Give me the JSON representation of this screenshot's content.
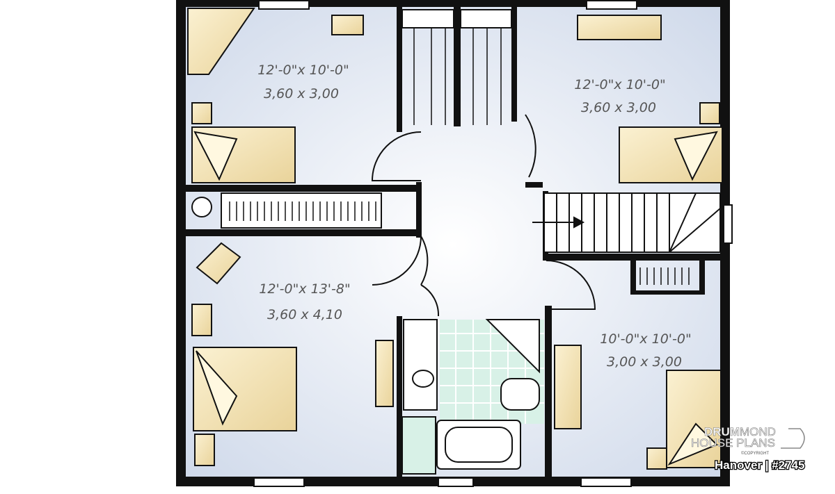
{
  "plan": {
    "rooms": [
      {
        "name": "bedroom-top-left",
        "imperial": "12'-0\"x 10'-0\"",
        "metric": "3,60 x 3,00"
      },
      {
        "name": "bedroom-top-right",
        "imperial": "12'-0\"x 10'-0\"",
        "metric": "3,60 x 3,00"
      },
      {
        "name": "bedroom-bottom-left",
        "imperial": "12'-0\"x 13'-8\"",
        "metric": "3,60 x 4,10"
      },
      {
        "name": "bedroom-bottom-right",
        "imperial": "10'-0\"x 10'-0\"",
        "metric": "3,00 x 3,00"
      }
    ]
  },
  "branding": {
    "logo_line1_bold": "DRUM",
    "logo_line1_light": "MOND",
    "logo_line2": "HOUSE PLANS",
    "logo_copyright": "©COPYRIGHT",
    "caption": "Hanover | #2745"
  },
  "colors": {
    "wall": "#111111",
    "floor": "#dde5f1",
    "furniture": "#f3e3b5",
    "tile": "#d6f0e6"
  }
}
